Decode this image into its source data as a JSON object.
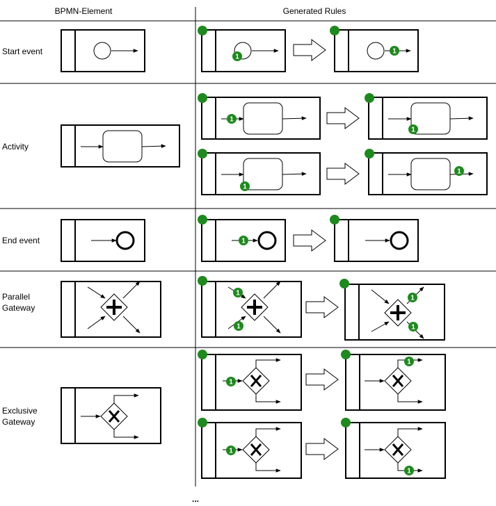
{
  "headers": {
    "element": "BPMN-Element",
    "rules": "Generated Rules"
  },
  "rows": [
    {
      "label": "Start event"
    },
    {
      "label": "Activity"
    },
    {
      "label": "End event"
    },
    {
      "label": "Parallel Gateway",
      "lines": [
        "Parallel",
        "Gateway"
      ]
    },
    {
      "label": "Exclusive Gateway",
      "lines": [
        "Exclusive",
        "Gateway"
      ]
    }
  ],
  "token_label": "1",
  "more_indicator": "...",
  "colors": {
    "token": "#1e8a1e",
    "stroke": "#000000",
    "background": "#ffffff"
  }
}
